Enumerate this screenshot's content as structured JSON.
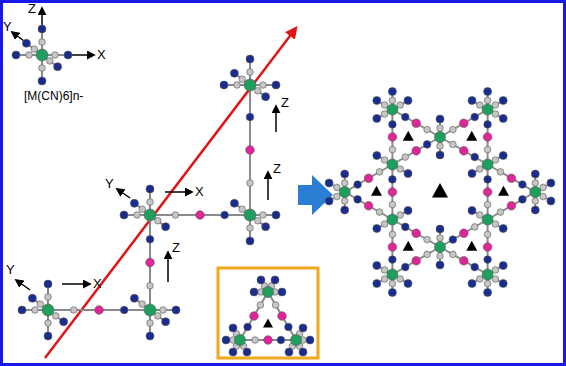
{
  "diagram": {
    "labels": [
      "Z",
      "Y",
      "X",
      "[M(CN)6]n-",
      "Z",
      "X",
      "Y",
      "Z",
      "Y",
      "X",
      "Z"
    ]
  }
}
